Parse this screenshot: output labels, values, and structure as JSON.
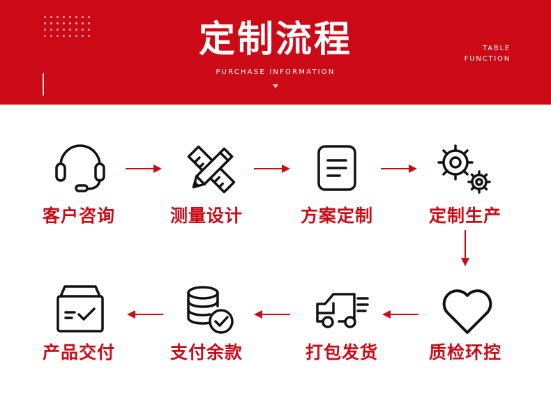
{
  "header": {
    "title": "定制流程",
    "subtitle": "PURCHASE INFORMATION",
    "side_line1": "TABLE",
    "side_line2": "FUNCTION"
  },
  "colors": {
    "brand_red": "#cc0a17",
    "icon_dark": "#111111",
    "background": "#ffffff"
  },
  "steps": [
    {
      "label": "客户咨询",
      "icon": "headset-icon"
    },
    {
      "label": "测量设计",
      "icon": "ruler-pencil-icon"
    },
    {
      "label": "方案定制",
      "icon": "document-icon"
    },
    {
      "label": "定制生产",
      "icon": "gears-icon"
    },
    {
      "label": "质检环控",
      "icon": "heart-icon"
    },
    {
      "label": "打包发货",
      "icon": "delivery-truck-icon"
    },
    {
      "label": "支付余款",
      "icon": "coins-check-icon"
    },
    {
      "label": "产品交付",
      "icon": "delivery-box-icon"
    }
  ]
}
